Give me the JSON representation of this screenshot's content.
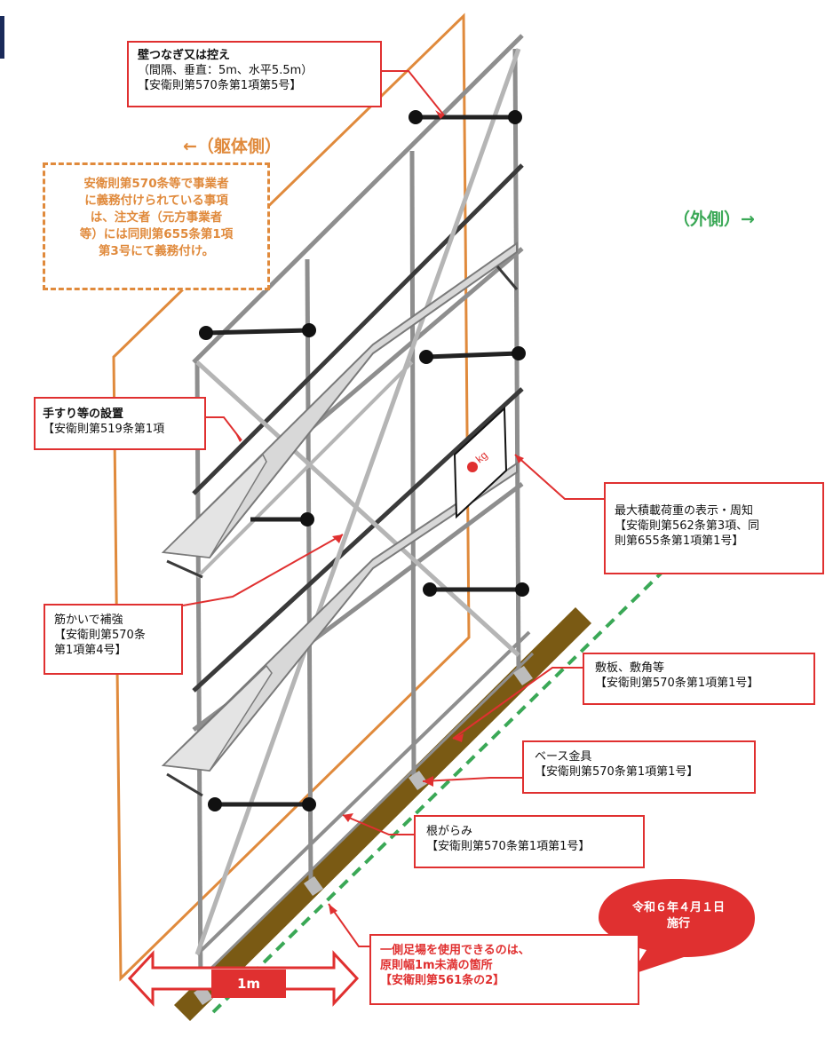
{
  "labels": {
    "body_side": "←（躯体側）",
    "outer_side": "（外側）→",
    "width": "1m",
    "weight_unit": "kg",
    "effective_date": [
      "令和６年４月１日",
      "施行"
    ]
  },
  "notes": {
    "obligation": [
      "安衛則第570条等で事業者",
      "に義務付けられている事項",
      "は、注文者（元方事業者",
      "等）には同則第655条第1項",
      "第3号にて義務付け。"
    ]
  },
  "callouts": {
    "wall_tie": [
      "壁つなぎ又は控え",
      "（間隔、垂直：5m、水平5.5m）",
      "【安衛則第570条第1項第5号】"
    ],
    "handrail": [
      "手すり等の設置",
      "【安衛則第519条第1項"
    ],
    "max_load": [
      "最大積載荷重の表示・周知",
      "【安衛則第562条第3項、同",
      "則第655条第1項第1号】"
    ],
    "brace": [
      "筋かいで補強",
      "【安衛則第570条",
      "第1項第4号】"
    ],
    "sole_plate": [
      "敷板、敷角等",
      "【安衛則第570条第1項第1号】"
    ],
    "base_plate": [
      "ベース金具",
      "【安衛則第570条第1項第1号】"
    ],
    "ground_tie": [
      "根がらみ",
      "【安衛則第570条第1項第1号】"
    ],
    "one_side": [
      "一側足場を使用できるのは、",
      "原則幅1m未満の箇所",
      "【安衛則第561条の2】"
    ]
  },
  "colors": {
    "callout_border": "#e03030",
    "building_side": "#e08a3c",
    "outer_side": "#3aa856",
    "pipe": "#8e8e8e",
    "dark_pipe": "#3a3a3a",
    "board": "#d8d8d8",
    "ground_beam": "#7a5a14"
  }
}
